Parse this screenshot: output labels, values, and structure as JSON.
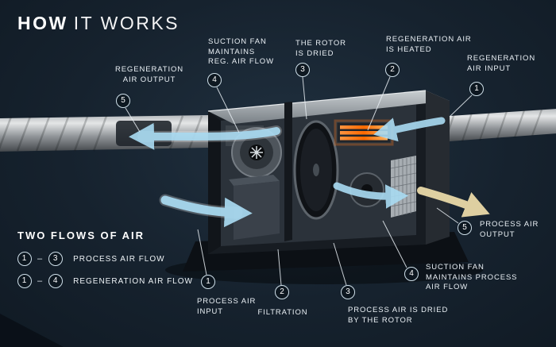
{
  "colors": {
    "background": "#16222e",
    "arrow_blue": "#a9dbf2",
    "arrow_cream": "#e9d9a8",
    "heater_orange": "#ff6a00",
    "text": "#eaf0f5",
    "circle_border": "#cfe0ea"
  },
  "title": {
    "bold": "HOW",
    "light": "IT WORKS"
  },
  "callouts": [
    {
      "num": "5",
      "lines": [
        "REGENERATION",
        "AIR OUTPUT"
      ]
    },
    {
      "num": "4",
      "lines": [
        "SUCTION FAN",
        "MAINTAINS",
        "REG. AIR FLOW"
      ]
    },
    {
      "num": "3",
      "lines": [
        "THE ROTOR",
        "IS DRIED"
      ]
    },
    {
      "num": "2",
      "lines": [
        "REGENERATION AIR",
        "IS HEATED"
      ]
    },
    {
      "num": "1",
      "lines": [
        "REGENERATION",
        "AIR INPUT"
      ]
    },
    {
      "num": "5",
      "lines": [
        "PROCESS AIR",
        "OUTPUT"
      ]
    },
    {
      "num": "4",
      "lines": [
        "SUCTION FAN",
        "MAINTAINS PROCESS",
        "AIR FLOW"
      ]
    },
    {
      "num": "3",
      "lines": [
        "PROCESS AIR IS DRIED",
        "BY THE ROTOR"
      ]
    },
    {
      "num": "2",
      "lines": [
        "FILTRATION"
      ]
    },
    {
      "num": "1",
      "lines": [
        "PROCESS AIR",
        "INPUT"
      ]
    }
  ],
  "legend": {
    "heading": "TWO FLOWS OF AIR",
    "rows": [
      {
        "from": "1",
        "dash": "–",
        "to": "3",
        "label": "PROCESS AIR FLOW"
      },
      {
        "from": "1",
        "dash": "–",
        "to": "4",
        "label": "REGENERATION AIR FLOW"
      }
    ]
  }
}
